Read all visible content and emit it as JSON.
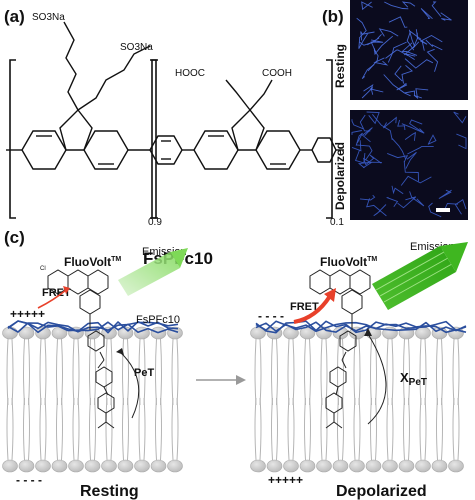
{
  "panels": {
    "a": "(a)",
    "b": "(b)",
    "c": "(c)"
  },
  "polymer": {
    "side_group_left": "SO3Na",
    "side_group_right": "SO3Na",
    "acid_left": "HOOC",
    "acid_right": "COOH",
    "subscript_first": "0.9",
    "subscript_second": "0.1",
    "name": "FsPFc10"
  },
  "micrographs": {
    "top_label": "Resting",
    "bottom_label": "Depolarized"
  },
  "schematic": {
    "left": {
      "dye_name": "FluoVolt",
      "trademark": "TM",
      "emission": "Emission",
      "fret": "FRET",
      "polymer_label": "FsPFc10",
      "pet": "PeT",
      "top_charges": "+++++",
      "bottom_charges": "- - - -",
      "state": "Resting"
    },
    "right": {
      "dye_name": "FluoVolt",
      "trademark": "TM",
      "emission": "Emission",
      "fret": "FRET",
      "pet_x": "X",
      "pet": "PeT",
      "top_charges": "- - - -",
      "bottom_charges": "+++++",
      "state": "Depolarized"
    }
  },
  "colors": {
    "polymer_blue": "#2b4f9e",
    "fret_red": "#e8402a",
    "emission_green": "#5cc53a",
    "micrograph_bg": "#0b0b1e",
    "lipid_gray": "#c8c8c8"
  }
}
